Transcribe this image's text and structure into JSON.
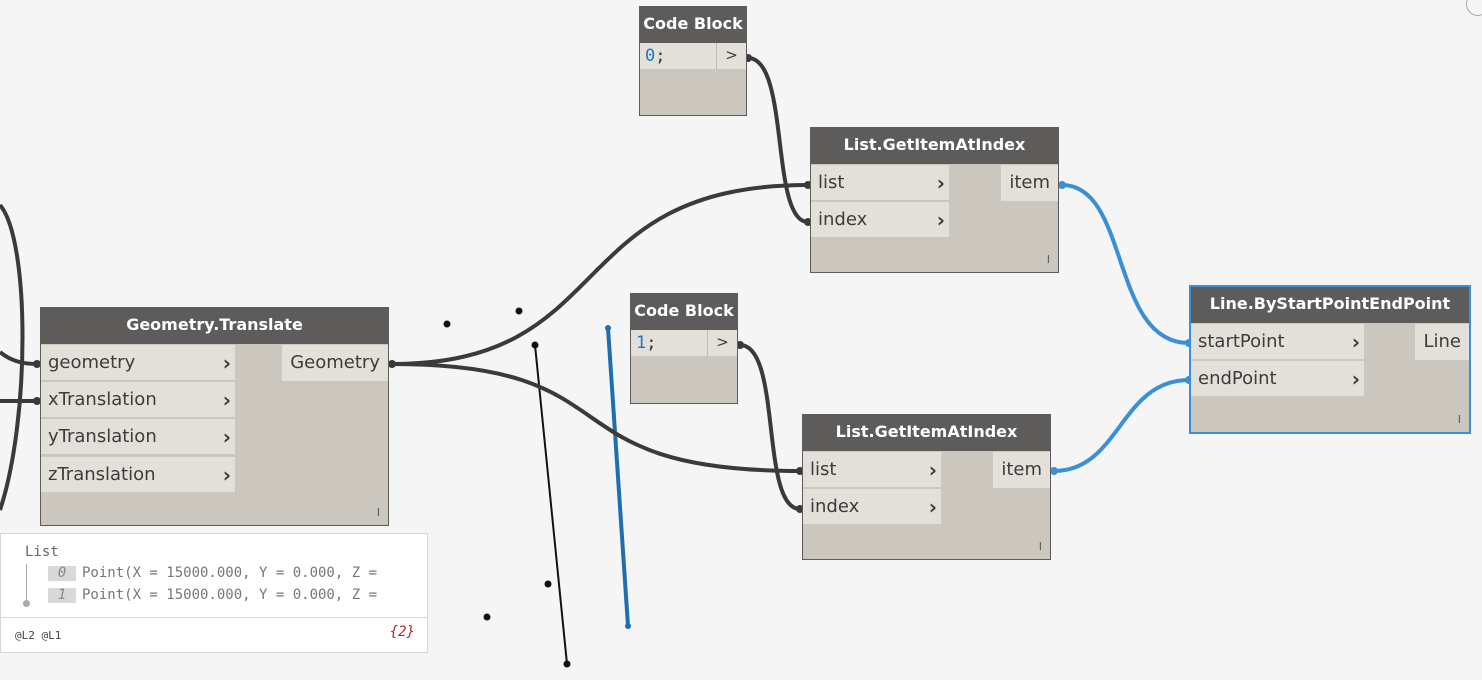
{
  "nodes": {
    "code_block_0": {
      "title": "Code Block",
      "code_value": "0",
      "code_suffix": ";",
      "out_label": ">"
    },
    "code_block_1": {
      "title": "Code Block",
      "code_value": "1",
      "code_suffix": ";",
      "out_label": ">"
    },
    "get_item_top": {
      "title": "List.GetItemAtIndex",
      "inputs": [
        "list",
        "index"
      ],
      "output": "item",
      "lacing": "I"
    },
    "get_item_bottom": {
      "title": "List.GetItemAtIndex",
      "inputs": [
        "list",
        "index"
      ],
      "output": "item",
      "lacing": "I"
    },
    "translate": {
      "title": "Geometry.Translate",
      "inputs": [
        "geometry",
        "xTranslation",
        "yTranslation",
        "zTranslation"
      ],
      "output": "Geometry",
      "lacing": "I"
    },
    "line": {
      "title": "Line.ByStartPointEndPoint",
      "inputs": [
        "startPoint",
        "endPoint"
      ],
      "output": "Line",
      "lacing": "I"
    }
  },
  "preview": {
    "title": "List",
    "items": [
      {
        "index": "0",
        "value": "Point(X = 15000.000, Y = 0.000, Z ="
      },
      {
        "index": "1",
        "value": "Point(X = 15000.000, Y = 0.000, Z ="
      }
    ],
    "levels": "@L2 @L1",
    "count": "{2}"
  },
  "colors": {
    "wire": "#3a3a3a",
    "selected_wire": "#3a8fd6",
    "node_header": "#5e5c5a",
    "node_body": "#cbc6be",
    "port": "#e3e0da",
    "geometry_line": "#1f6fb0"
  }
}
